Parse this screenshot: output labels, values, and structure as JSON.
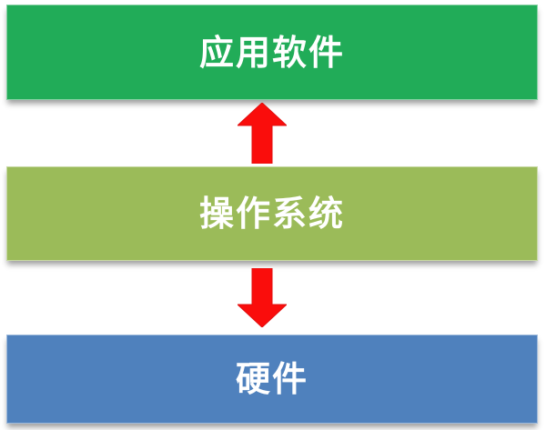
{
  "diagram": {
    "title": "software-hardware-stack",
    "background_color": "#ffffff",
    "text_color": "#ffffff",
    "layers": [
      {
        "id": "application-software",
        "label": "应用软件",
        "color": "#21AC58"
      },
      {
        "id": "operating-system",
        "label": "操作系统",
        "color": "#9BBB59"
      },
      {
        "id": "hardware",
        "label": "硬件",
        "color": "#4F81BD"
      }
    ],
    "arrows": [
      {
        "id": "os-to-application",
        "direction": "up",
        "color": "#FA0D0C",
        "stroke": "#E00E0E"
      },
      {
        "id": "os-to-hardware",
        "direction": "down",
        "color": "#FA0D0C",
        "stroke": "#E00E0E"
      }
    ]
  }
}
